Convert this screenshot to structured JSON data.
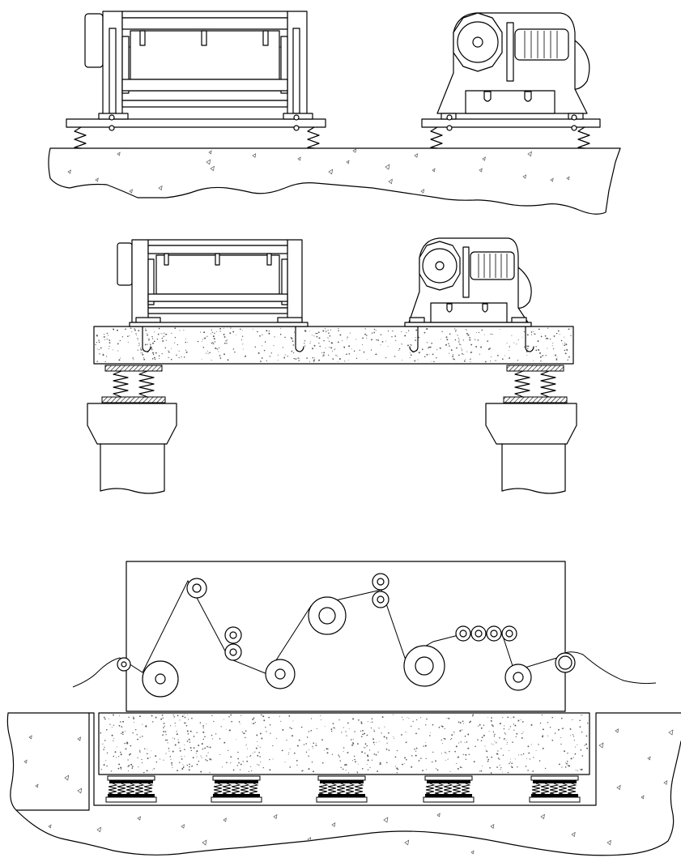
{
  "figure": {
    "panels": [
      {
        "id": "rigid-mount-on-ground",
        "components": [
          "drum-unit",
          "gearbox-motor",
          "base-plate",
          "springs",
          "ground-slab"
        ]
      },
      {
        "id": "inertia-block-on-piers",
        "components": [
          "drum-unit",
          "gearbox-motor",
          "concrete-inertia-block",
          "anchor-bolts",
          "spring-mounts",
          "piers"
        ]
      },
      {
        "id": "web-machine-on-isolated-foundation",
        "components": [
          "machine-frame",
          "web-path",
          "rollers",
          "concrete-block",
          "isolator-mounts",
          "pit"
        ]
      }
    ],
    "isolator_count_bottom": 5,
    "spring_count_top": 4,
    "anchor_count_middle": 4
  }
}
